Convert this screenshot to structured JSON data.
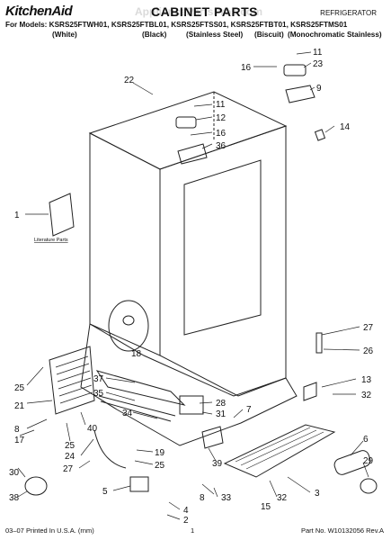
{
  "header": {
    "brand": "KitchenAid",
    "title": "CABINET PARTS",
    "category": "REFRIGERATOR",
    "watermark": "AppliancePartsPros.com",
    "models_line": "For Models: KSRS25FTWH01, KSRS25FTBL01, KSRS25FTSS01, KSRS25FTBT01, KSRS25FTMS01",
    "colors": [
      "(White)",
      "(Black)",
      "(Stainless Steel)",
      "(Biscuit)",
      "(Monochromatic Stainless)"
    ]
  },
  "diagram": {
    "literature_label": "Literature Parts",
    "callouts": [
      "22",
      "11",
      "23",
      "16",
      "9",
      "14",
      "11",
      "12",
      "16",
      "36",
      "1",
      "27",
      "18",
      "26",
      "25",
      "13",
      "32",
      "21",
      "37",
      "35",
      "28",
      "34",
      "31",
      "7",
      "8",
      "40",
      "17",
      "25",
      "24",
      "27",
      "19",
      "25",
      "39",
      "6",
      "29",
      "30",
      "3",
      "38",
      "5",
      "4",
      "2",
      "8",
      "33",
      "32",
      "15"
    ]
  },
  "footer": {
    "left": "03–07 Printed In U.S.A. (rnm)",
    "center": "1",
    "right": "Part No. W10132056 Rev.A"
  }
}
